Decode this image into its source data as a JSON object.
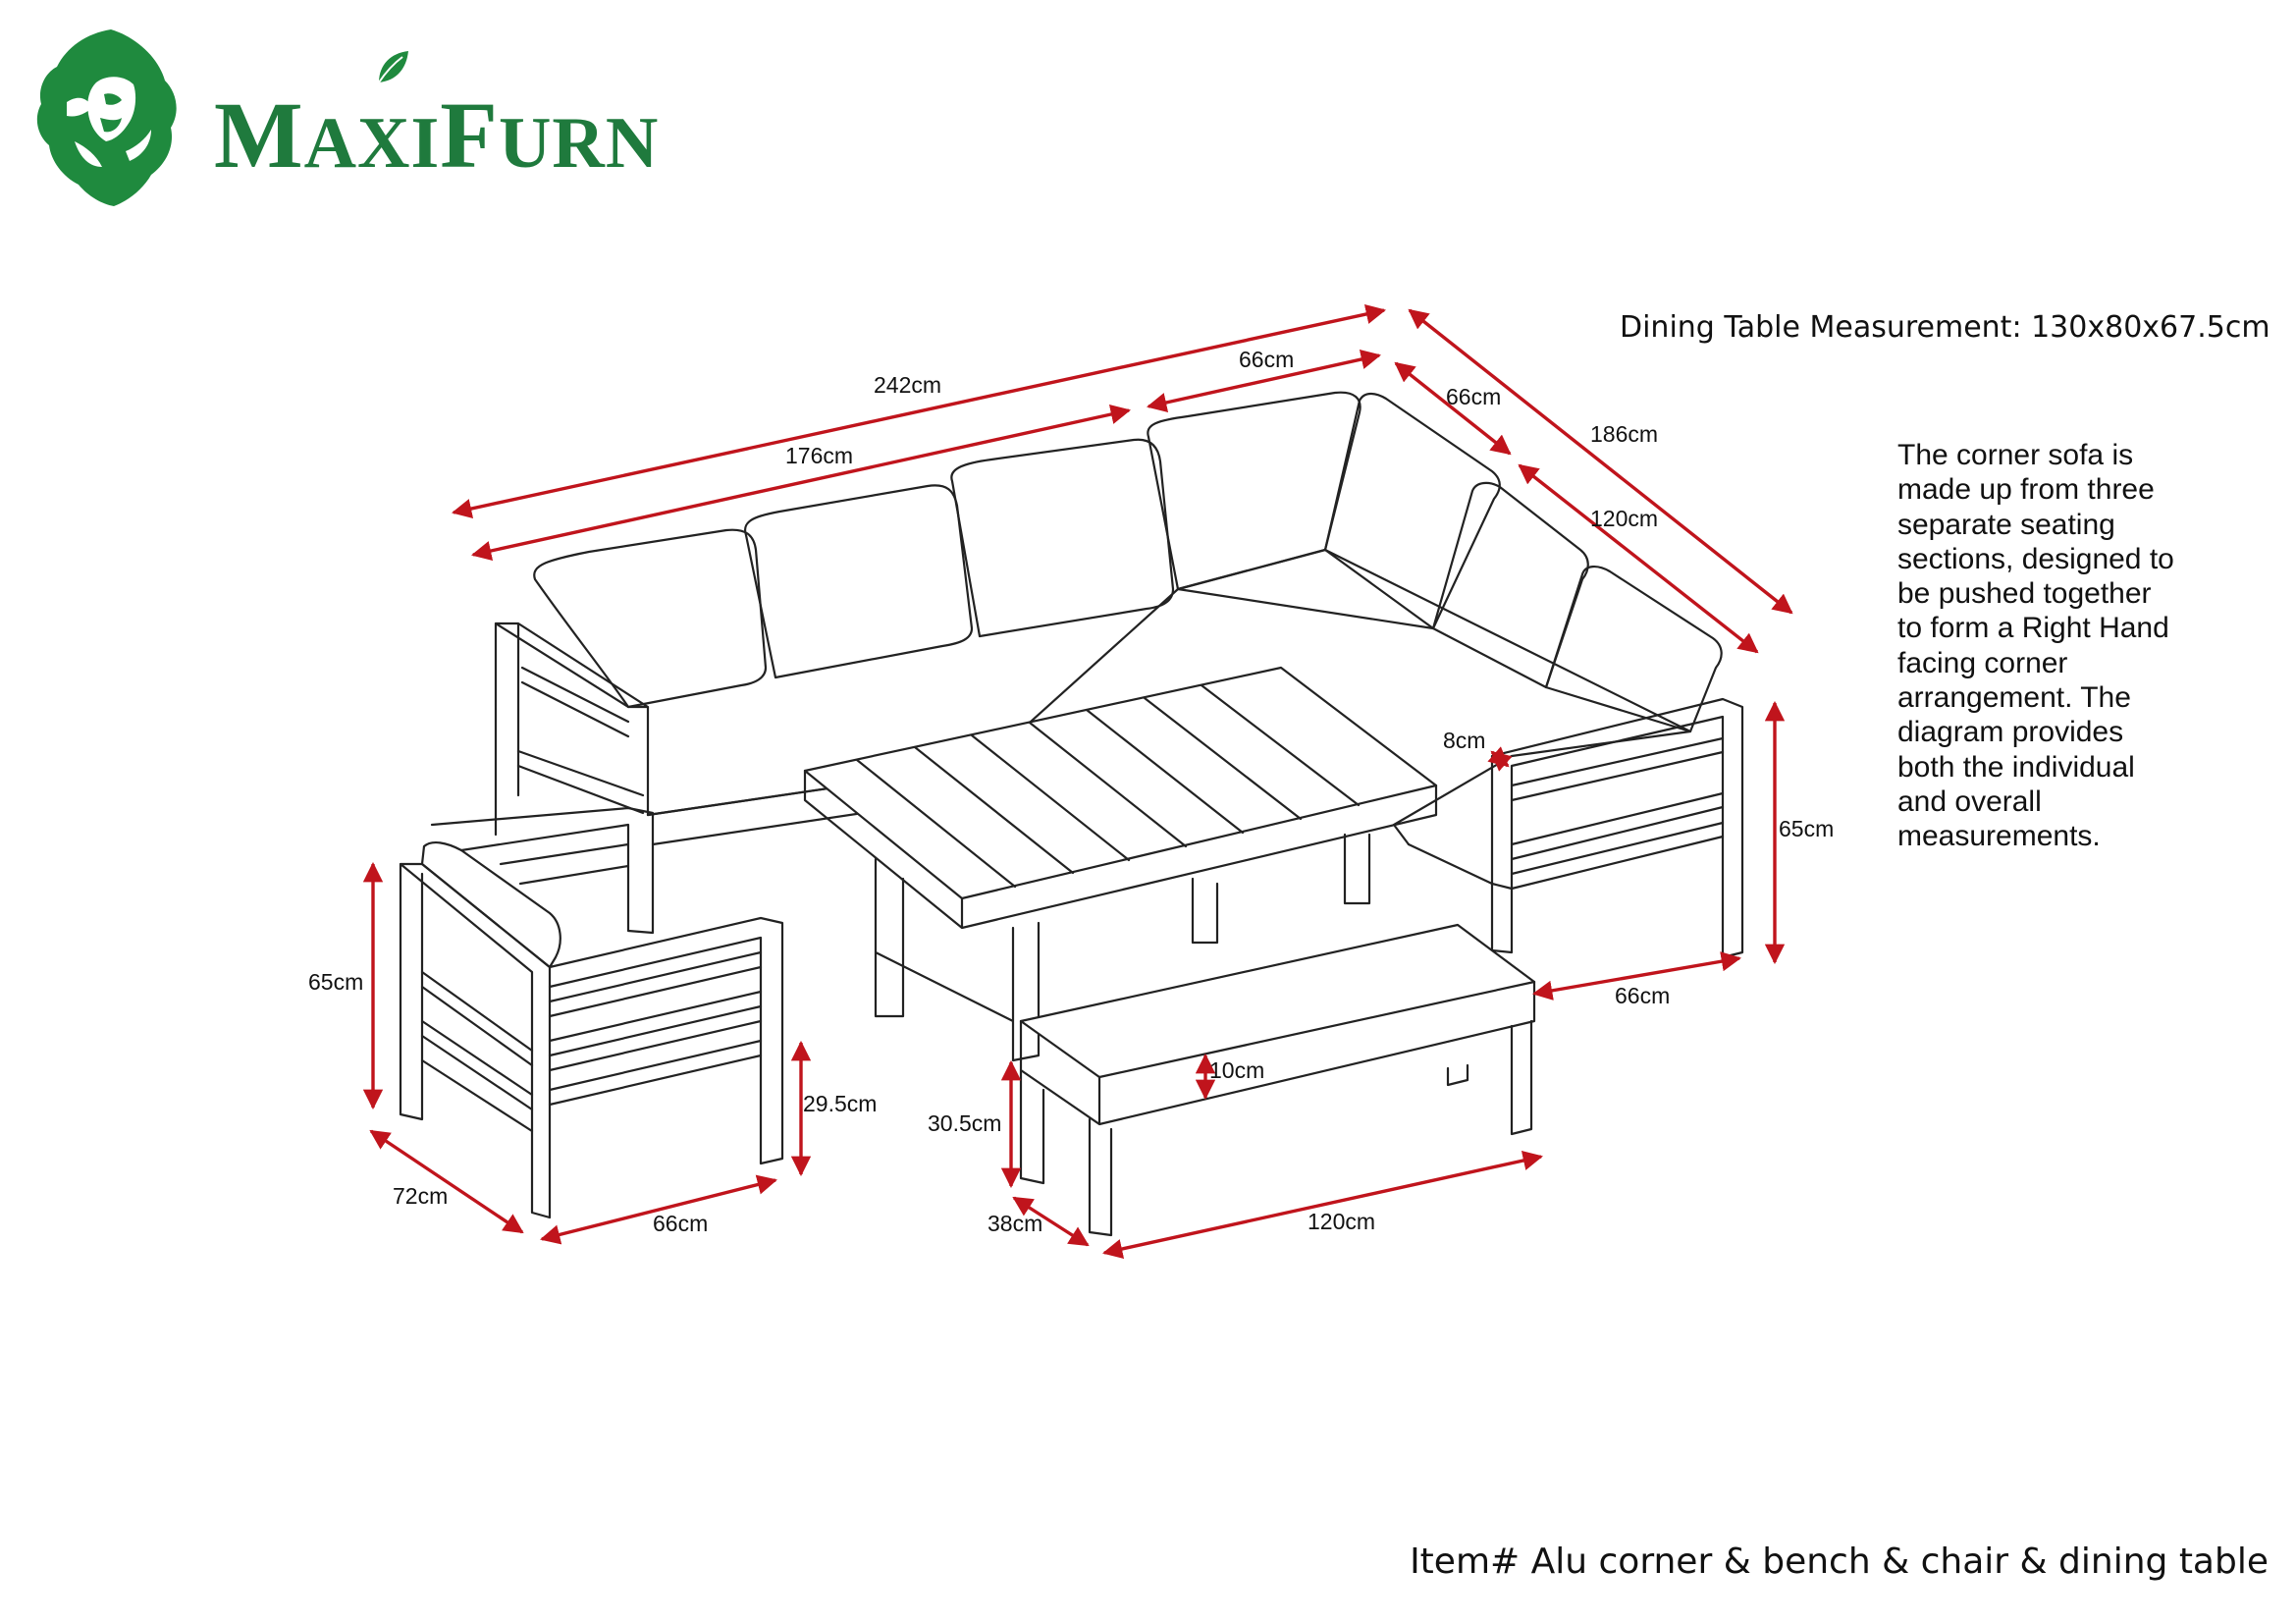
{
  "brand": {
    "name_first_initial": "M",
    "name_first_rest": "AXI",
    "name_second_initial": "F",
    "name_second_rest": "URN",
    "logo_icon": "lion-head-icon",
    "leaf_icon": "leaf-icon",
    "color": "#1f7a3d"
  },
  "table_measurement": "Dining Table Measurement: 130x80x67.5cm",
  "description_lines": [
    "The corner sofa is",
    "made up from three",
    "separate seating",
    "sections, designed to",
    "be pushed together",
    "to form a Right Hand",
    "facing corner",
    "arrangement. The",
    "diagram provides",
    "both the individual",
    "and overall",
    "measurements."
  ],
  "item_label": "Item# Alu corner & bench & chair & dining table",
  "dimension_color": "#c0141c",
  "dimensions": {
    "sofa_total_length": "242cm",
    "sofa_side_length": "176cm",
    "corner_width": "66cm",
    "corner_depth": "66cm",
    "sofa_total_depth": "186cm",
    "sofa_right_length": "120cm",
    "armrest_width": "8cm",
    "sofa_height": "65cm",
    "sofa_seat_depth": "66cm",
    "chair_height": "65cm",
    "chair_seat_height": "29.5cm",
    "chair_depth": "72cm",
    "chair_width": "66cm",
    "bench_height": "30.5cm",
    "bench_cushion": "10cm",
    "bench_depth": "38cm",
    "bench_length": "120cm"
  }
}
